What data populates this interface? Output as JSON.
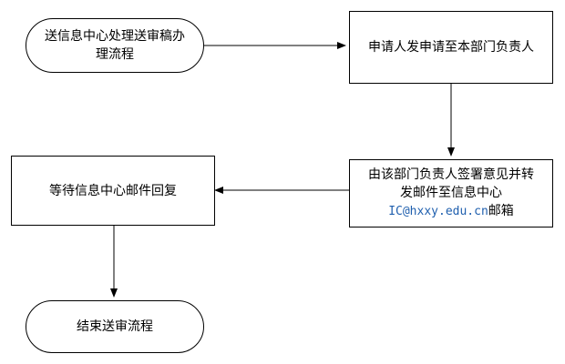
{
  "diagram": {
    "nodes": {
      "start": {
        "shape": "terminal",
        "lines": [
          "送信息中心处理送审稿办",
          "理流程"
        ]
      },
      "apply": {
        "shape": "process",
        "lines": [
          "申请人发申请至本部门负责人"
        ]
      },
      "sign": {
        "shape": "process",
        "lines": [
          "由该部门负责人签署意见并转",
          "发邮件至信息中心"
        ],
        "email": "IC@hxxy.edu.cn",
        "email_suffix": "邮箱"
      },
      "wait": {
        "shape": "process",
        "lines": [
          "等待信息中心邮件回复"
        ]
      },
      "end": {
        "shape": "terminal",
        "lines": [
          "结束送审流程"
        ]
      }
    },
    "edges": [
      {
        "from": "start",
        "to": "apply"
      },
      {
        "from": "apply",
        "to": "sign"
      },
      {
        "from": "sign",
        "to": "wait"
      },
      {
        "from": "wait",
        "to": "end"
      }
    ],
    "colors": {
      "stroke": "#000000",
      "email": "#1f5fae",
      "text": "#000000"
    }
  }
}
